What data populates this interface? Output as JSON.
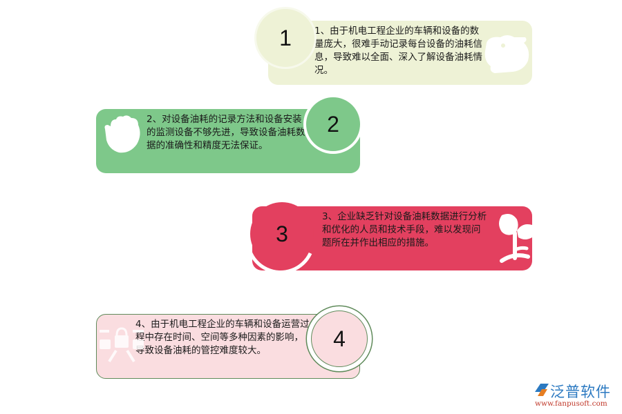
{
  "items": [
    {
      "number": "1",
      "text": "1、由于机电工程企业的车辆和设备的数量庞大，很难手动记录每台设备的油耗信息，导致难以全面、深入了解设备油耗情况。",
      "color": "#eef2d6",
      "icon": "piggy-bank-icon"
    },
    {
      "number": "2",
      "text": "2、对设备油耗的记录方法和设备安装的监测设备不够先进，导致设备油耗数据的准确性和精度无法保证。",
      "color": "#7ec88a",
      "icon": "hand-icon"
    },
    {
      "number": "3",
      "text": "3、企业缺乏针对设备油耗数据进行分析和优化的人员和技术手段，难以发现问题所在并作出相应的措施。",
      "color": "#e3405f",
      "icon": "sprout-icon"
    },
    {
      "number": "4",
      "text": "4、由于机电工程企业的车辆和设备运营过程中存在时间、空间等多种因素的影响，导致设备油耗的管控难度较大。",
      "color": "#fadde0",
      "icon": "lock-network-icon"
    }
  ],
  "logo": {
    "name": "泛普软件",
    "url": "www.fanpusoft.com"
  }
}
